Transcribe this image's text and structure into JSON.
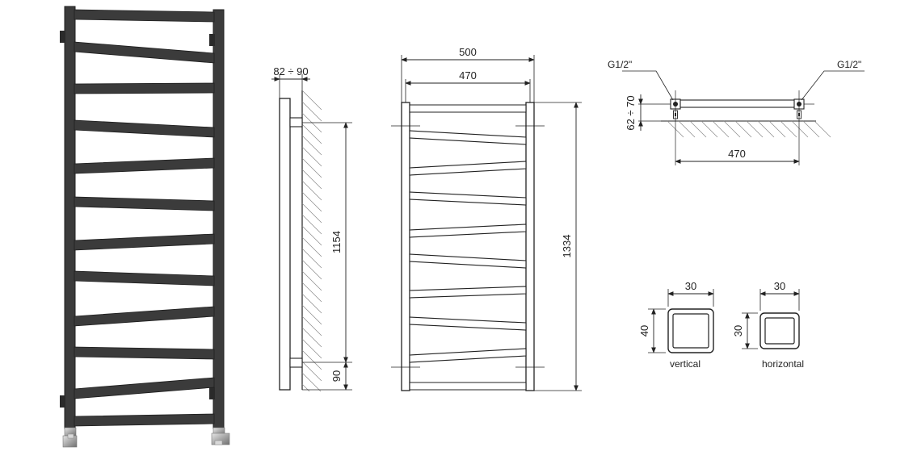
{
  "product_photo": {
    "frame_color": "#3b3b3b",
    "valve_color": "#b8b8b8"
  },
  "side_view": {
    "wall_distance": "82 ÷ 90",
    "bracket_spacing": "1154",
    "bottom_offset": "90"
  },
  "front_view": {
    "overall_width": "500",
    "inner_width": "470",
    "overall_height": "1334"
  },
  "top_view": {
    "connection_left": "G1/2\"",
    "connection_right": "G1/2\"",
    "wall_distance": "62 ÷ 70",
    "pipe_spacing": "470"
  },
  "profiles": [
    {
      "width": "30",
      "height": "40",
      "caption": "vertical"
    },
    {
      "width": "30",
      "height": "30",
      "caption": "horizontal"
    }
  ]
}
